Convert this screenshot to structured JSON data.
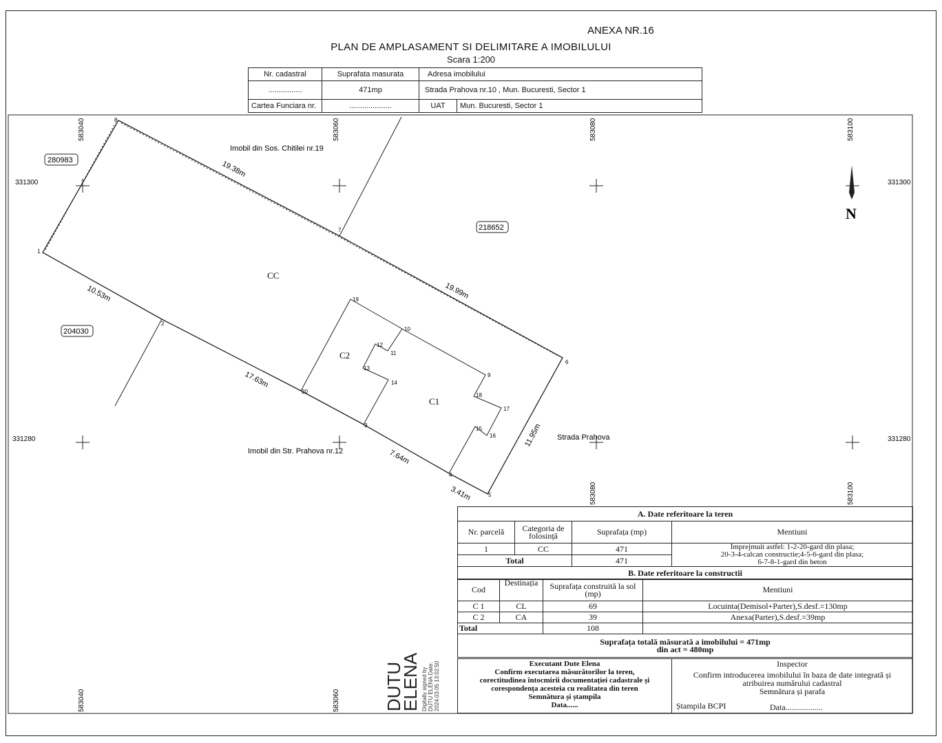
{
  "header": {
    "anexa": "ANEXA NR.16",
    "title": "PLAN DE AMPLASAMENT SI DELIMITARE A IMOBILULUI",
    "scale": "Scara 1:200",
    "table": {
      "nr_cadastral_label": "Nr. cadastral",
      "suprafata_label": "Suprafata masurata",
      "adresa_label": "Adresa imobilului",
      "nr_cadastral_value": "................",
      "suprafata_value": "471mp",
      "adresa_value": "Strada Prahova nr.10 , Mun. Bucuresti, Sector 1",
      "cf_label": "Cartea Funciara nr.",
      "cf_value": "....................",
      "uat_label": "UAT",
      "uat_value": "Mun. Bucuresti, Sector 1"
    }
  },
  "plan": {
    "grid_x": [
      "583040",
      "583060",
      "583080",
      "583100"
    ],
    "grid_y": [
      "331300",
      "331280"
    ],
    "parcels": [
      "280983",
      "218652",
      "204030"
    ],
    "labels": {
      "north": "N",
      "cc": "CC",
      "c1": "C1",
      "c2": "C2",
      "neighbor_north": "Imobil din Sos. Chitilei nr.19",
      "neighbor_south": "Imobil din Str. Prahova nr.12",
      "street": "Strada Prahova"
    },
    "distances": [
      "19.38m",
      "19.99m",
      "10.53m",
      "17.63m",
      "7.64m",
      "3.41m",
      "11.95m"
    ],
    "points": [
      "1",
      "2",
      "3",
      "4",
      "5",
      "6",
      "7",
      "8",
      "9",
      "10",
      "11",
      "12",
      "13",
      "14",
      "15",
      "16",
      "17",
      "18",
      "19",
      "20"
    ]
  },
  "table_a": {
    "title": "A. Date referitoare la teren",
    "headers": [
      "Nr. parcelă",
      "Categoria de folosință",
      "Suprafața (mp)",
      "Mentiuni"
    ],
    "row": {
      "nr": "1",
      "cat": "CC",
      "supr": "471"
    },
    "total_label": "Total",
    "total": "471",
    "mentiuni": [
      "Împrejmuit astfel: 1-2-20-gard din plasa;",
      "20-3-4-calcan constructie;4-5-6-gard din plasa;",
      "6-7-8-1-gard din beton"
    ]
  },
  "table_b": {
    "title": "B. Date referitoare la constructii",
    "headers": [
      "Cod",
      "Destinația",
      "Suprafața construită  la sol (mp)",
      "Mentiuni"
    ],
    "rows": [
      {
        "cod": "C 1",
        "dest": "CL",
        "supr": "69",
        "ment": "Locuinta(Demisol+Parter),S.desf.=130mp"
      },
      {
        "cod": "C 2",
        "dest": "CA",
        "supr": "39",
        "ment": "Anexa(Parter),S.desf.=39mp"
      }
    ],
    "total_label": "Total",
    "total": "108"
  },
  "summary": {
    "line1": "Suprafața totală măsurată a imobilului = 471mp",
    "line2": "din act = 480mp"
  },
  "executant": {
    "title": "Executant Dute Elena",
    "text1": "Confirm executarea măsurătorilor la teren,",
    "text2": "corectitudinea întocmirii documentației cadastrale și",
    "text3": "corespondența acesteia cu realitatea din teren",
    "sign": "Semnătura și ștampila",
    "date": "Data......",
    "stamp_name": "DUTU ELENA",
    "digital_sig": "Digitally signed by DUTU ELENA Date: 2024.03.05 13:02:50"
  },
  "inspector": {
    "title": "Inspector",
    "text1": "Confirm introducerea imobilului în baza de date integrată  și",
    "text2": "atribuirea numărului cadastral",
    "sign": "Semnătura și parafa",
    "stamp": "Ștampila BCPI",
    "date": "Data.................."
  }
}
